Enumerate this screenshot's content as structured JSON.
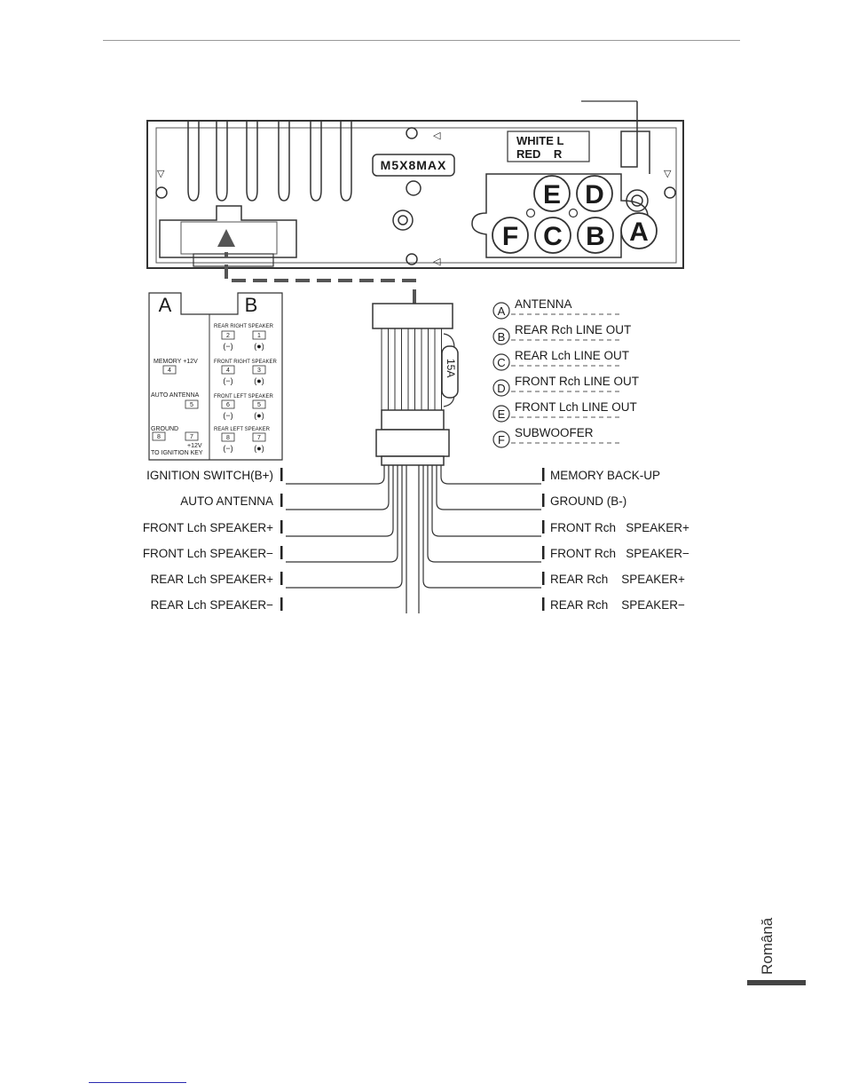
{
  "unit": {
    "model": "M5X8MAX",
    "rca_colors": [
      "WHITE L",
      "RED    R"
    ],
    "jacks": [
      "A",
      "B",
      "C",
      "D",
      "E",
      "F"
    ]
  },
  "iso_connector": {
    "block_a_title": "A",
    "block_b_title": "B",
    "block_a_labels": [
      {
        "name": "MEMORY +12V",
        "pin": "4"
      },
      {
        "name": "AUTO ANTENNA",
        "pin": "5"
      },
      {
        "name": "GROUND",
        "pin": "8"
      },
      {
        "name": "+12V",
        "pin": "7"
      },
      {
        "name": "TO IGNITION KEY",
        "pin": ""
      }
    ],
    "block_b_groups": [
      {
        "title": "REAR RIGHT SPEAKER",
        "neg_pin": "2",
        "pos_pin": "1"
      },
      {
        "title": "FRONT RIGHT SPEAKER",
        "neg_pin": "4",
        "pos_pin": "3"
      },
      {
        "title": "FRONT LEFT SPEAKER",
        "neg_pin": "6",
        "pos_pin": "5"
      },
      {
        "title": "REAR LEFT SPEAKER",
        "neg_pin": "8",
        "pos_pin": "7"
      }
    ],
    "neg_symbol": "(−)",
    "pos_symbol": "(●)"
  },
  "fuse": "15A",
  "legend": [
    {
      "letter": "A",
      "text": "ANTENNA"
    },
    {
      "letter": "B",
      "text": "REAR Rch LINE OUT"
    },
    {
      "letter": "C",
      "text": "REAR Lch LINE OUT"
    },
    {
      "letter": "D",
      "text": "FRONT Rch LINE OUT"
    },
    {
      "letter": "E",
      "text": "FRONT Lch LINE OUT"
    },
    {
      "letter": "F",
      "text": "SUBWOOFER"
    }
  ],
  "left_wires": [
    "IGNITION SWITCH(B+)",
    "AUTO ANTENNA",
    "FRONT Lch SPEAKER+",
    "FRONT Lch SPEAKER−",
    "REAR Lch SPEAKER+",
    "REAR Lch SPEAKER−"
  ],
  "right_wires": [
    "MEMORY BACK-UP",
    "GROUND (B-)",
    "FRONT Rch   SPEAKER+",
    "FRONT Rch   SPEAKER−",
    "REAR Rch    SPEAKER+",
    "REAR Rch    SPEAKER−"
  ],
  "side_tab": "Română"
}
